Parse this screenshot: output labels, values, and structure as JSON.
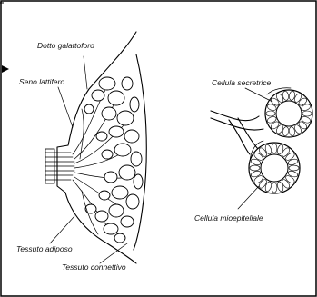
{
  "labels": {
    "dotto_galattoforo": "Dotto galattoforo",
    "seno_lattifero": "Seno lattifero",
    "tessuto_adiposo": "Tessuto adiposo",
    "tessuto_connettivo": "Tessuto connettivo",
    "cellula_secretrice": "Cellula secretrice",
    "cellula_mioepiteliale": "Cellula mioepiteliale"
  },
  "colors": {
    "line": "#000000",
    "background": "#ffffff",
    "border": "#000000"
  }
}
